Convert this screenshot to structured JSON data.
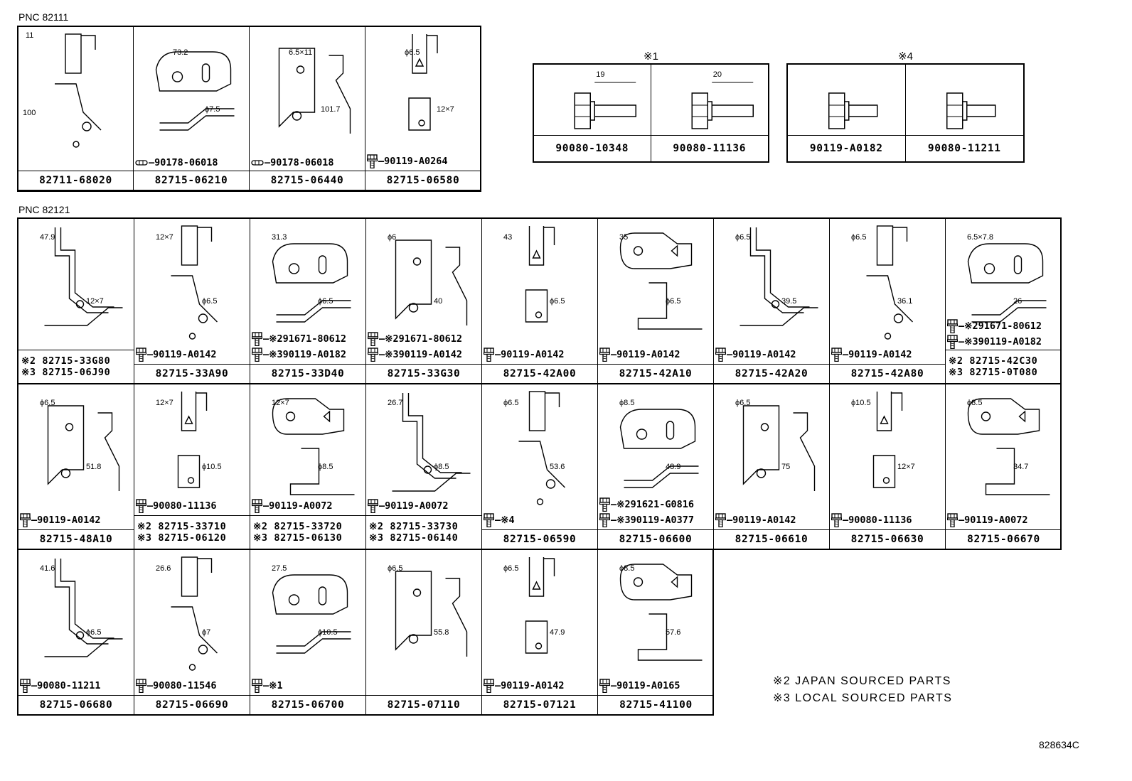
{
  "pnc_top": "PNC 82111",
  "pnc_bottom": "PNC 82121",
  "top_cells": [
    {
      "part": "82711-68020",
      "hw": "",
      "dims": [
        "11",
        "100"
      ]
    },
    {
      "part": "82715-06210",
      "hw": "90178-06018",
      "dims": [
        "73.2",
        "ϕ7.5"
      ]
    },
    {
      "part": "82715-06440",
      "hw": "90178-06018",
      "dims": [
        "6.5×11",
        "101.7"
      ]
    },
    {
      "part": "82715-06580",
      "hw": "90119-A0264",
      "dims": [
        "ϕ6.5",
        "12×7"
      ]
    }
  ],
  "ref1": {
    "header": "※1",
    "items": [
      {
        "part": "90080-10348",
        "dim": "19"
      },
      {
        "part": "90080-11136",
        "dim": "20"
      }
    ]
  },
  "ref4": {
    "header": "※4",
    "items": [
      {
        "part": "90119-A0182"
      },
      {
        "part": "90080-11211"
      }
    ]
  },
  "rows": [
    [
      {
        "lines": [
          "※2 82715-33G80",
          "※3 82715-06J90"
        ],
        "hw": "",
        "extra": [],
        "dims": [
          "47.9",
          "12×7"
        ]
      },
      {
        "part": "82715-33A90",
        "hw": "90119-A0142",
        "extra": [],
        "dims": [
          "12×7",
          "ϕ6.5"
        ]
      },
      {
        "part": "82715-33D40",
        "hw": "",
        "extra": [
          "※291671-80612",
          "※390119-A0182"
        ],
        "dims": [
          "31.3",
          "ϕ6.5"
        ]
      },
      {
        "part": "82715-33G30",
        "hw": "",
        "extra": [
          "※291671-80612",
          "※390119-A0142"
        ],
        "dims": [
          "ϕ6",
          "40"
        ]
      },
      {
        "part": "82715-42A00",
        "hw": "90119-A0142",
        "extra": [],
        "dims": [
          "43",
          "ϕ6.5"
        ]
      },
      {
        "part": "82715-42A10",
        "hw": "90119-A0142",
        "extra": [],
        "dims": [
          "35",
          "ϕ6.5"
        ]
      },
      {
        "part": "82715-42A20",
        "hw": "90119-A0142",
        "extra": [],
        "dims": [
          "ϕ6.5",
          "39.5"
        ]
      },
      {
        "part": "82715-42A80",
        "hw": "90119-A0142",
        "extra": [],
        "dims": [
          "ϕ6.5",
          "36.1"
        ]
      },
      {
        "lines": [
          "※2 82715-42C30",
          "※3 82715-0T080"
        ],
        "hw": "",
        "extra": [
          "※291671-80612",
          "※390119-A0182"
        ],
        "dims": [
          "6.5×7.8",
          "26"
        ]
      }
    ],
    [
      {
        "part": "82715-48A10",
        "hw": "90119-A0142",
        "extra": [],
        "dims": [
          "ϕ6.5",
          "51.8"
        ]
      },
      {
        "lines": [
          "※2 82715-33710",
          "※3 82715-06120"
        ],
        "hw": "90080-11136",
        "extra": [],
        "dims": [
          "12×7",
          "ϕ10.5"
        ]
      },
      {
        "lines": [
          "※2 82715-33720",
          "※3 82715-06130"
        ],
        "hw": "90119-A0072",
        "extra": [],
        "dims": [
          "12×7",
          "ϕ8.5"
        ]
      },
      {
        "lines": [
          "※2 82715-33730",
          "※3 82715-06140"
        ],
        "hw": "90119-A0072",
        "extra": [],
        "dims": [
          "26.7",
          "ϕ8.5"
        ]
      },
      {
        "part": "82715-06590",
        "hw": "※4",
        "extra": [],
        "dims": [
          "ϕ6.5",
          "53.6"
        ]
      },
      {
        "part": "82715-06600",
        "hw": "",
        "extra": [
          "※291621-G0816",
          "※390119-A0377"
        ],
        "dims": [
          "ϕ8.5",
          "48.9"
        ]
      },
      {
        "part": "82715-06610",
        "hw": "90119-A0142",
        "extra": [],
        "dims": [
          "ϕ6.5",
          "75"
        ]
      },
      {
        "part": "82715-06630",
        "hw": "90080-11136",
        "extra": [],
        "dims": [
          "ϕ10.5",
          "12×7"
        ]
      },
      {
        "part": "82715-06670",
        "hw": "90119-A0072",
        "extra": [],
        "dims": [
          "ϕ8.5",
          "34.7"
        ]
      }
    ],
    [
      {
        "part": "82715-06680",
        "hw": "90080-11211",
        "extra": [],
        "dims": [
          "41.6",
          "ϕ6.5"
        ]
      },
      {
        "part": "82715-06690",
        "hw": "90080-11546",
        "extra": [],
        "dims": [
          "26.6",
          "ϕ7"
        ]
      },
      {
        "part": "82715-06700",
        "hw": "※1",
        "extra": [],
        "dims": [
          "27.5",
          "ϕ10.5"
        ]
      },
      {
        "part": "82715-07110",
        "hw": "",
        "extra": [],
        "dims": [
          "ϕ6.5",
          "55.8"
        ]
      },
      {
        "part": "82715-07121",
        "hw": "90119-A0142",
        "extra": [],
        "dims": [
          "ϕ6.5",
          "47.9"
        ]
      },
      {
        "part": "82715-41100",
        "hw": "90119-A0165",
        "extra": [],
        "dims": [
          "ϕ8.5",
          "57.6"
        ]
      }
    ]
  ],
  "notes": [
    "※2 JAPAN SOURCED PARTS",
    "※3 LOCAL SOURCED PARTS"
  ],
  "drawing_number": "828634C"
}
